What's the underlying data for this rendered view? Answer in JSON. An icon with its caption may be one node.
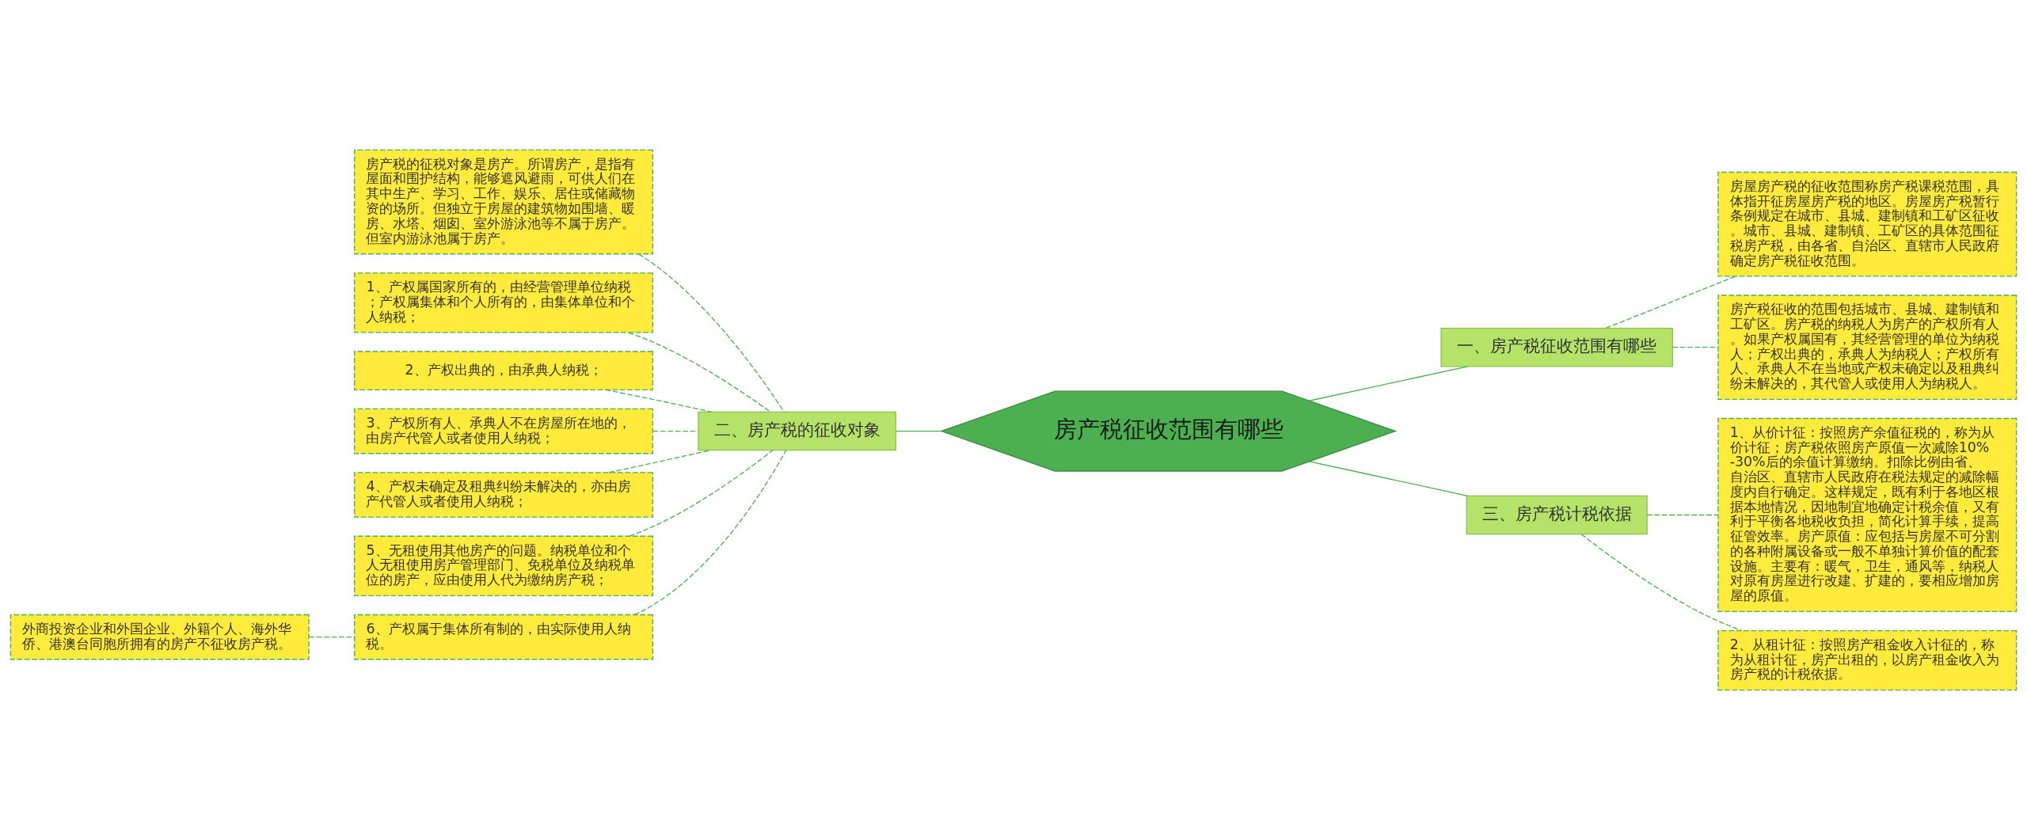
{
  "diagram": {
    "nodes": [
      {
        "text": [
          "房产税征收范围有哪些"
        ]
      },
      {
        "text": [
          "二、房产税的征收对象"
        ]
      },
      {
        "text": [
          "房产税的征税对象是房产。所谓房产，是指有屋面和围护结构，能够遮风避雨，可供人们在其中生产、学习、工作、娱乐、居住或储藏物资的场所。但独立于房屋的建筑物如围墙、暖房、水塔、烟囱、室外游泳池等不属于房产。但室内游泳池属于房产。"
        ]
      },
      {
        "text": [
          "1、产权属国家所有的，由经营管理单位纳税；产权属集体和个人所有的，由集体单位和个人纳税；"
        ]
      },
      {
        "text": [
          "2、产权出典的，由承典人纳税；"
        ]
      },
      {
        "text": [
          "3、产权所有人、承典人不在房屋所在地的，由房产代管人或者使用人纳税；"
        ]
      },
      {
        "text": [
          "4、产权未确定及租典纠纷未解决的，亦由房产代管人或者使用人纳税；"
        ]
      },
      {
        "text": [
          "5、无租使用其他房产的问题。纳税单位和个人无租使用房产管理部门、免税单位及纳税单位的房产，应由使用人代为缴纳房产税；"
        ]
      },
      {
        "text": [
          "6、产权属于集体所有制的，由实际使用人纳税。"
        ]
      },
      {
        "text": [
          "外商投资企业和外国企业、外籍个人、海外华侨、港澳台同胞所拥有的房产不征收房产税。"
        ]
      },
      {
        "text": [
          "一、房产税征收范围有哪些"
        ]
      },
      {
        "text": [
          "房屋房产税的征收范围称房产税课税范围，具体指开征房屋房产税的地区。房屋房产税暂行条例规定在城市、县城、建制镇和工矿区征收。城市、县城、建制镇、工矿区的具体范围征税房产税，由各省、自治区、直辖市人民政府确定房产税征收范围。"
        ]
      },
      {
        "text": [
          "房产税征收的范围包括城市、县城、建制镇和工矿区。房产税的纳税人为房产的产权所有人。如果产权属国有，其经营管理的单位为纳税人；产权出典的，承典人为纳税人；产权所有人、承典人不在当地或产权未确定以及租典纠纷未解决的，其代管人或使用人为纳税人。"
        ]
      },
      {
        "text": [
          "三、房产税计税依据"
        ]
      },
      {
        "text": [
          "1、从价计征：按照房产余值征税的，称为从价计征；房产税依照房产原值一次减除10%-30%后的余值计算缴纳。扣除比例由省、自治区、直辖市人民政府在税法规定的减除幅度内自行确定。这样规定，既有利于各地区根据本地情况，因地制宜地确定计税余值，又有利于平衡各地税收负担，简化计算手续，提高征管效率。房产原值：应包括与房屋不可分割的各种附属设备或一般不单独计算价值的配套设施。主要有：暖气，卫生，通风等，纳税人对原有房屋进行改建、扩建的，要相应增加房屋的原值。"
        ]
      },
      {
        "text": [
          "2、从租计征：按照房产租金收入计征的，称为从租计征，房产出租的，以房产租金收入为房产税的计税依据。"
        ]
      }
    ],
    "edges": [
      {
        "from": 1,
        "to": 0,
        "arrow": "none"
      },
      {
        "from": 2,
        "to": 1,
        "arrow": "none",
        "style": "dashed"
      },
      {
        "from": 3,
        "to": 1,
        "arrow": "none",
        "style": "dashed"
      },
      {
        "from": 4,
        "to": 1,
        "arrow": "none",
        "style": "dashed"
      },
      {
        "from": 5,
        "to": 1,
        "arrow": "none",
        "style": "dashed"
      },
      {
        "from": 6,
        "to": 1,
        "arrow": "none",
        "style": "dashed"
      },
      {
        "from": 7,
        "to": 1,
        "arrow": "none",
        "style": "dashed"
      },
      {
        "from": 8,
        "to": 1,
        "arrow": "none",
        "style": "dashed"
      },
      {
        "from": 9,
        "to": 8,
        "arrow": "none",
        "style": "dashed"
      },
      {
        "from": 0,
        "to": 10,
        "arrow": "none"
      },
      {
        "from": 10,
        "to": 11,
        "arrow": "none",
        "style": "dashed"
      },
      {
        "from": 10,
        "to": 12,
        "arrow": "none",
        "style": "dashed"
      },
      {
        "from": 0,
        "to": 13,
        "arrow": "none"
      },
      {
        "from": 13,
        "to": 14,
        "arrow": "none",
        "style": "dashed"
      },
      {
        "from": 13,
        "to": 15,
        "arrow": "none",
        "style": "dashed"
      }
    ]
  }
}
